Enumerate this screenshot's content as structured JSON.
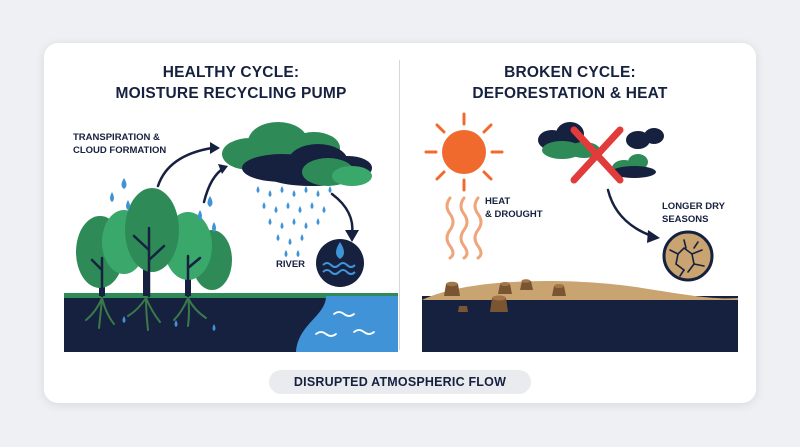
{
  "healthy": {
    "title_line1": "HEALTHY CYCLE:",
    "title_line2": "MOISTURE RECYCLING PUMP",
    "transpiration_line1": "TRANSPIRATION &",
    "transpiration_line2": "CLOUD FORMATION",
    "river_label": "RIVER"
  },
  "broken": {
    "title_line1": "BROKEN CYCLE:",
    "title_line2": "DEFORESTATION & HEAT",
    "heat_line1": "HEAT",
    "heat_line2": "& DROUGHT",
    "dry_line1": "LONGER DRY",
    "dry_line2": "SEASONS"
  },
  "footer_label": "DISRUPTED ATMOSPHERIC FLOW",
  "colors": {
    "navy": "#16213f",
    "forest_green": "#2e8b57",
    "sky_blue": "#3f93d6",
    "sun_orange": "#ef6a2c",
    "cross_red": "#e23b3b",
    "dry_soil": "#c9a370"
  }
}
